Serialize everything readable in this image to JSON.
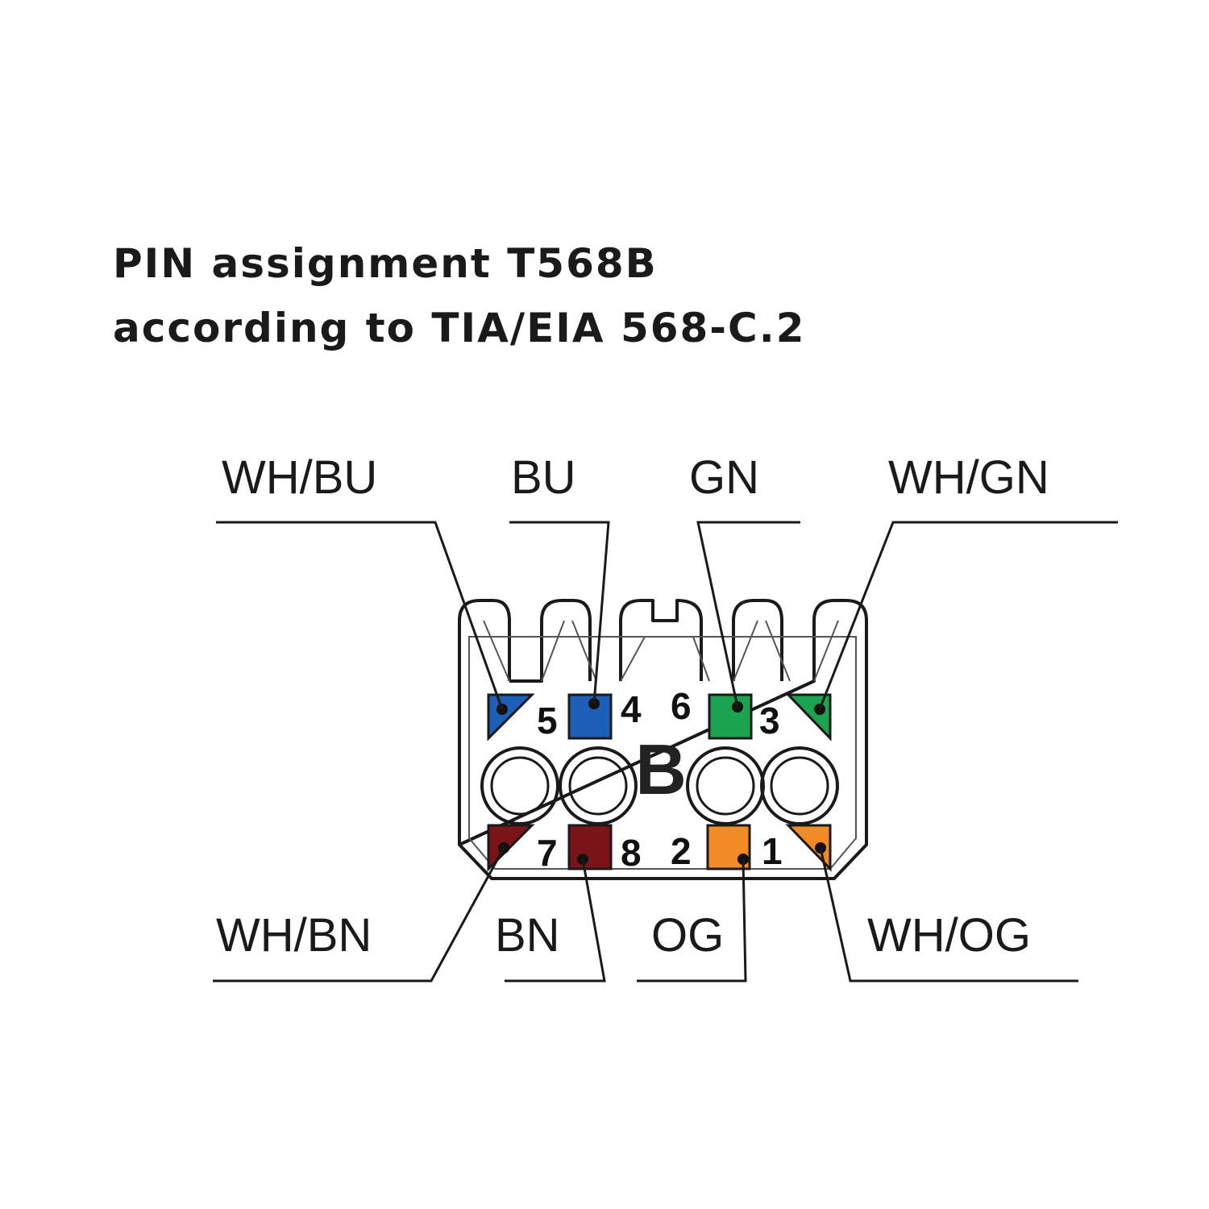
{
  "title": {
    "line1": "PIN assignment T568B",
    "line2": "according to TIA/EIA 568-C.2"
  },
  "variant_letter": "B",
  "colors": {
    "blue": "#1e5fb8",
    "green": "#1ba350",
    "brown": "#7a1418",
    "orange": "#f28a26",
    "outline": "#1a1a1a"
  },
  "top_wires": [
    {
      "label": "WH/BU",
      "pin": "5",
      "color": "blue",
      "shape": "triangle"
    },
    {
      "label": "BU",
      "pin": "4",
      "color": "blue",
      "shape": "square"
    },
    {
      "label": "GN",
      "pin": "6",
      "color": "green",
      "shape": "square"
    },
    {
      "label": "WH/GN",
      "pin": "3",
      "color": "green",
      "shape": "triangle"
    }
  ],
  "bottom_wires": [
    {
      "label": "WH/BN",
      "pin": "7",
      "color": "brown",
      "shape": "triangle"
    },
    {
      "label": "BN",
      "pin": "8",
      "color": "brown",
      "shape": "square"
    },
    {
      "label": "OG",
      "pin": "2",
      "color": "orange",
      "shape": "square"
    },
    {
      "label": "WH/OG",
      "pin": "1",
      "color": "orange",
      "shape": "triangle"
    }
  ]
}
